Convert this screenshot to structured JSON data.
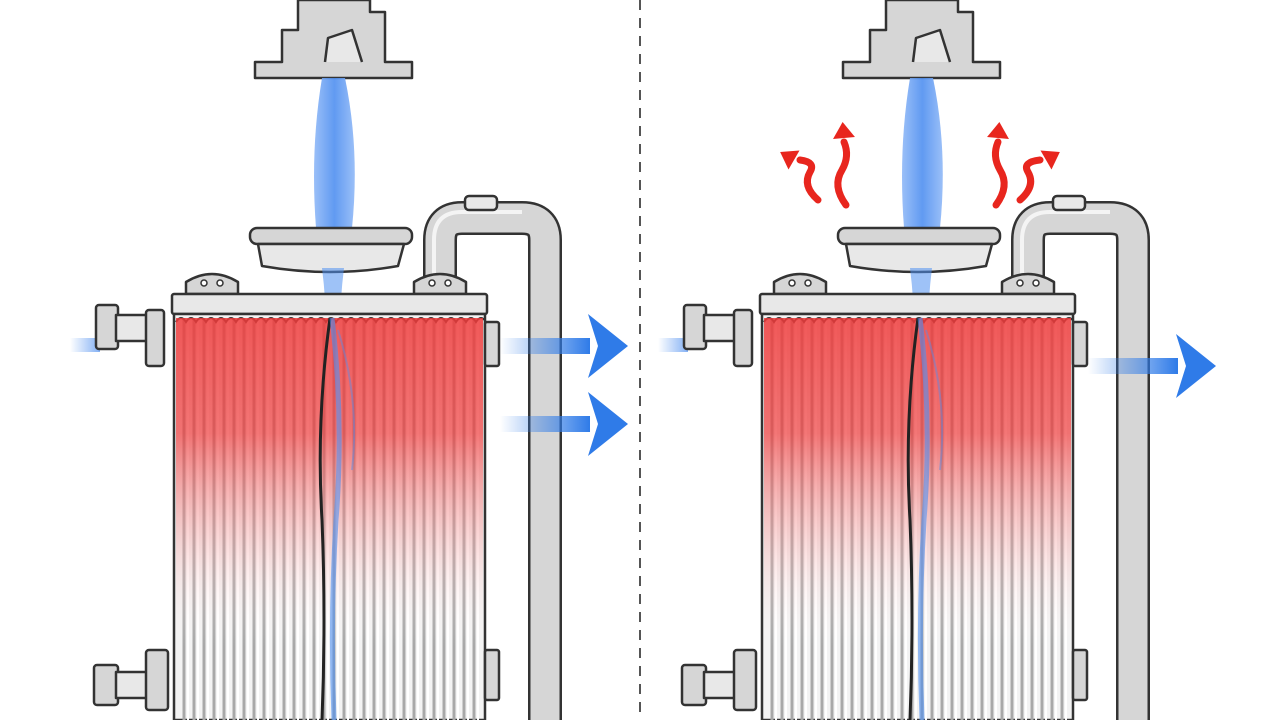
{
  "colors": {
    "background": "#ffffff",
    "metal": "#d6d6d6",
    "metal_light": "#e8e8e8",
    "metal_dark": "#9a9a9a",
    "outline": "#333333",
    "heat": "#ee3b3b",
    "water": "#4f8ff0",
    "flow_arrow": "#2f7be8",
    "vapor_arrow": "#e8261e",
    "divider": "#555555"
  },
  "panels": [
    {
      "id": "left",
      "outlet_arrows": 2,
      "heat_vapor": false
    },
    {
      "id": "right",
      "outlet_arrows": 1,
      "heat_vapor": true
    }
  ],
  "icons": [
    "flow-arrow-icon",
    "heat-vapor-arrow-icon"
  ]
}
